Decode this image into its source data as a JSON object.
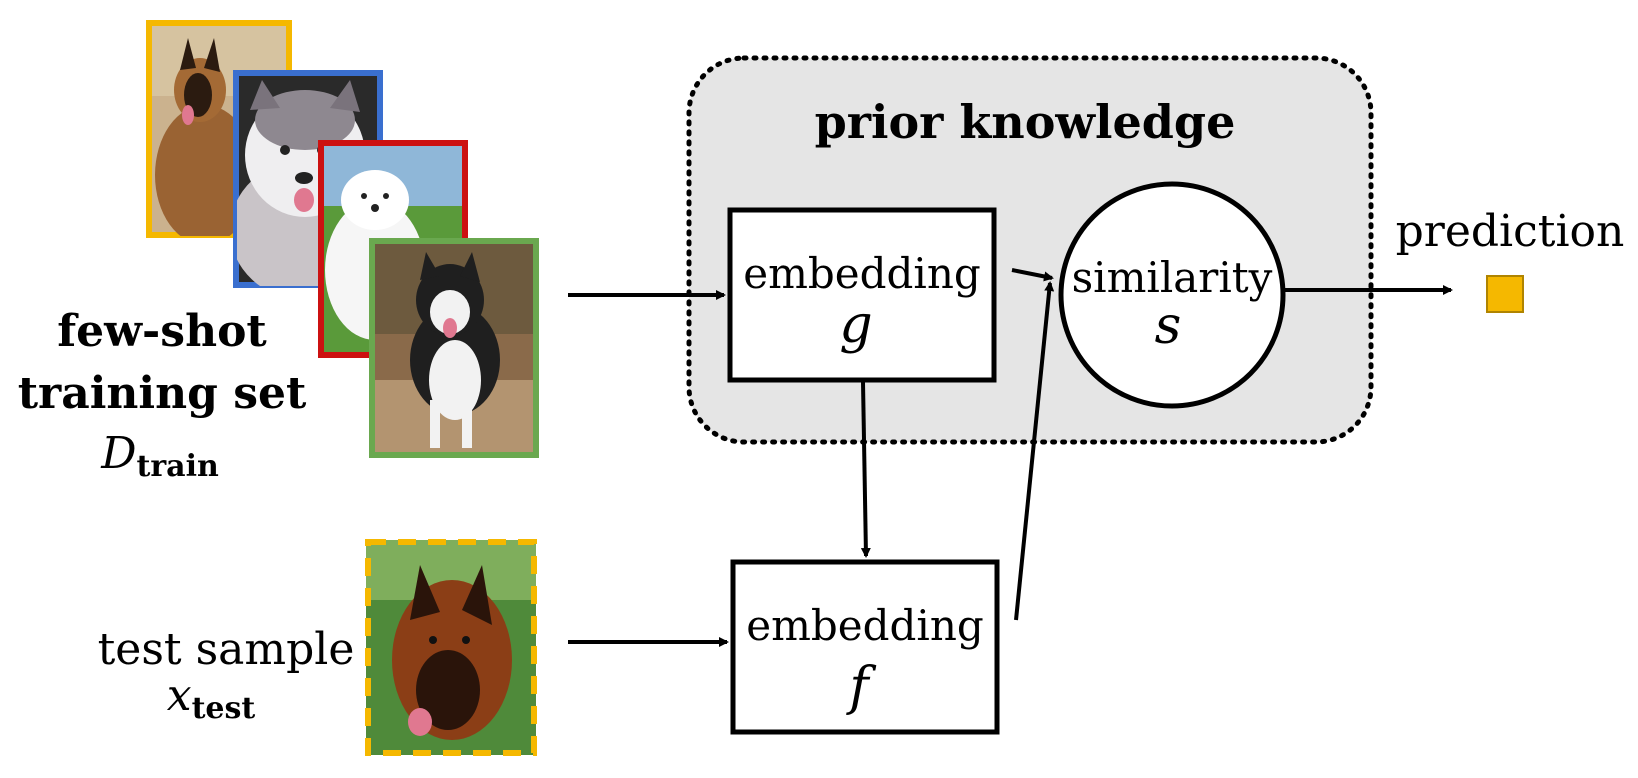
{
  "prior_knowledge_box": {
    "label": "prior knowledge",
    "fill": "#e5e5e5"
  },
  "training_set": {
    "label_line1": "few-shot",
    "label_line2": "training set",
    "symbol": "D",
    "symbol_subscript": "train",
    "images": [
      {
        "subject": "german shepherd",
        "frame_color": "#f5b800"
      },
      {
        "subject": "husky puppy",
        "frame_color": "#3a6fcf"
      },
      {
        "subject": "white samoyed puppy",
        "frame_color": "#cc1111"
      },
      {
        "subject": "alaskan malamute",
        "frame_color": "#6aa84f"
      }
    ]
  },
  "test_sample": {
    "label": "test sample",
    "symbol": "x",
    "symbol_subscript": "test",
    "image": {
      "subject": "german shepherd head",
      "frame_color": "#f5b800",
      "frame_style": "dashed"
    }
  },
  "embedding_g": {
    "label": "embedding",
    "symbol": "g"
  },
  "embedding_f": {
    "label": "embedding",
    "symbol": "f"
  },
  "similarity": {
    "label": "similarity",
    "symbol": "s"
  },
  "prediction": {
    "label": "prediction",
    "marker_color": "#f5b800"
  }
}
